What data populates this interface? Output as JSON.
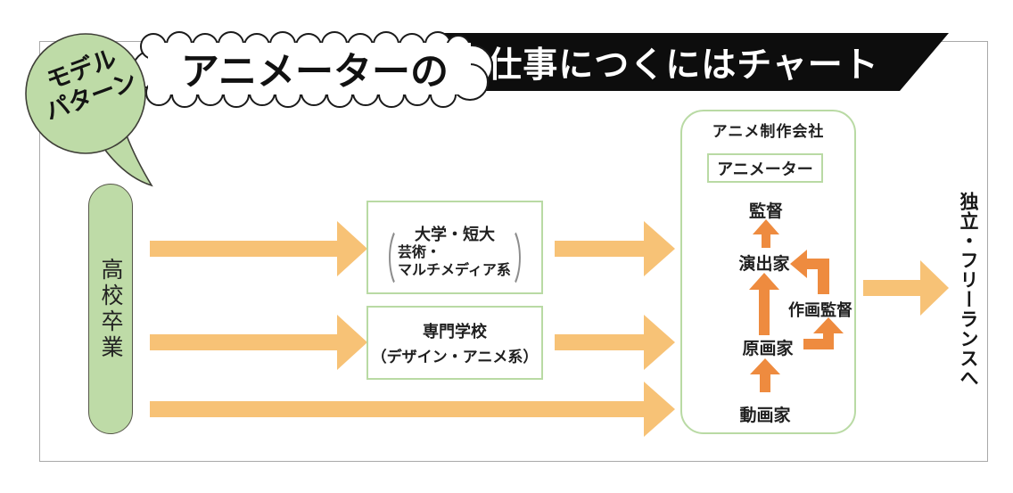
{
  "badge": {
    "text_line1": "モデル",
    "text_line2": "パターン"
  },
  "title": {
    "cloud_text": "アニメーターの",
    "banner_text": "仕事につくにはチャート"
  },
  "start_pill": {
    "label": "高校卒業"
  },
  "education": {
    "university": {
      "name": "大学・短大",
      "paren_open": "（",
      "paren_close": "）",
      "detail_line1": "芸術・",
      "detail_line2": "マルチメディア系"
    },
    "vocational": {
      "name": "専門学校",
      "detail": "（デザイン・アニメ系）"
    }
  },
  "company": {
    "title": "アニメ制作会社",
    "animator_label": "アニメーター",
    "roles": {
      "director": "監督",
      "episode_director": "演出家",
      "animation_director": "作画監督",
      "key_animator": "原画家",
      "inbetweener": "動画家"
    }
  },
  "outcome": {
    "label": "独立・フリーランスへ"
  },
  "colors": {
    "green-fill": "#bedba7",
    "green-border": "#b9daa4",
    "arrow-light": "#f7c276",
    "arrow-dark": "#ee8b3f",
    "banner-bg": "#0d0d0d",
    "frame-border": "#a9a9a9",
    "ink": "#1f1f1f"
  }
}
